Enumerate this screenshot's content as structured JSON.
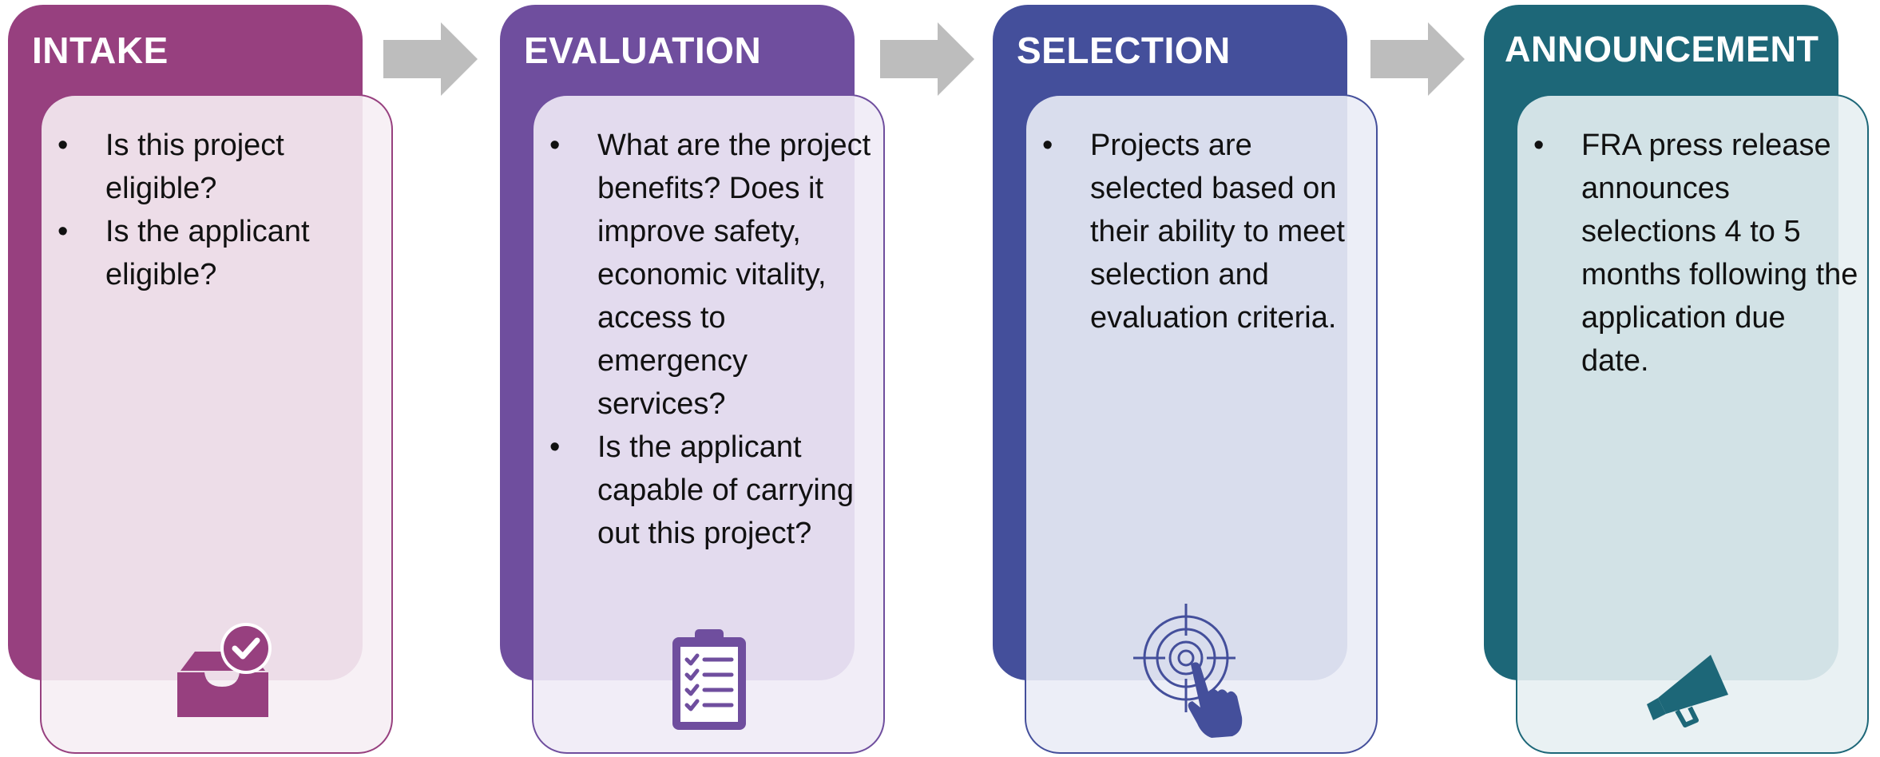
{
  "stages": [
    {
      "title": "INTAKE",
      "color": "#97407F",
      "icon": "inbox-check-icon",
      "bullets": [
        "Is this project eligible?",
        "Is the applicant eligible?"
      ]
    },
    {
      "title": "EVALUATION",
      "color": "#6F4E9E",
      "icon": "clipboard-checklist-icon",
      "bullets": [
        "What are the project benefits? Does it improve safety, economic vitality, access to emergency services?",
        "Is the applicant capable of carrying out this project?"
      ]
    },
    {
      "title": "SELECTION",
      "color": "#444F9B",
      "icon": "target-hand-icon",
      "bullets": [
        "Projects are selected based on their ability to meet selection and evaluation criteria."
      ]
    },
    {
      "title": "ANNOUNCEMENT",
      "color": "#1D6778",
      "icon": "megaphone-icon",
      "bullets": [
        "FRA press release announces selections 4 to 5 months following the application due date."
      ]
    }
  ],
  "arrow_color": "#BDBDBD"
}
